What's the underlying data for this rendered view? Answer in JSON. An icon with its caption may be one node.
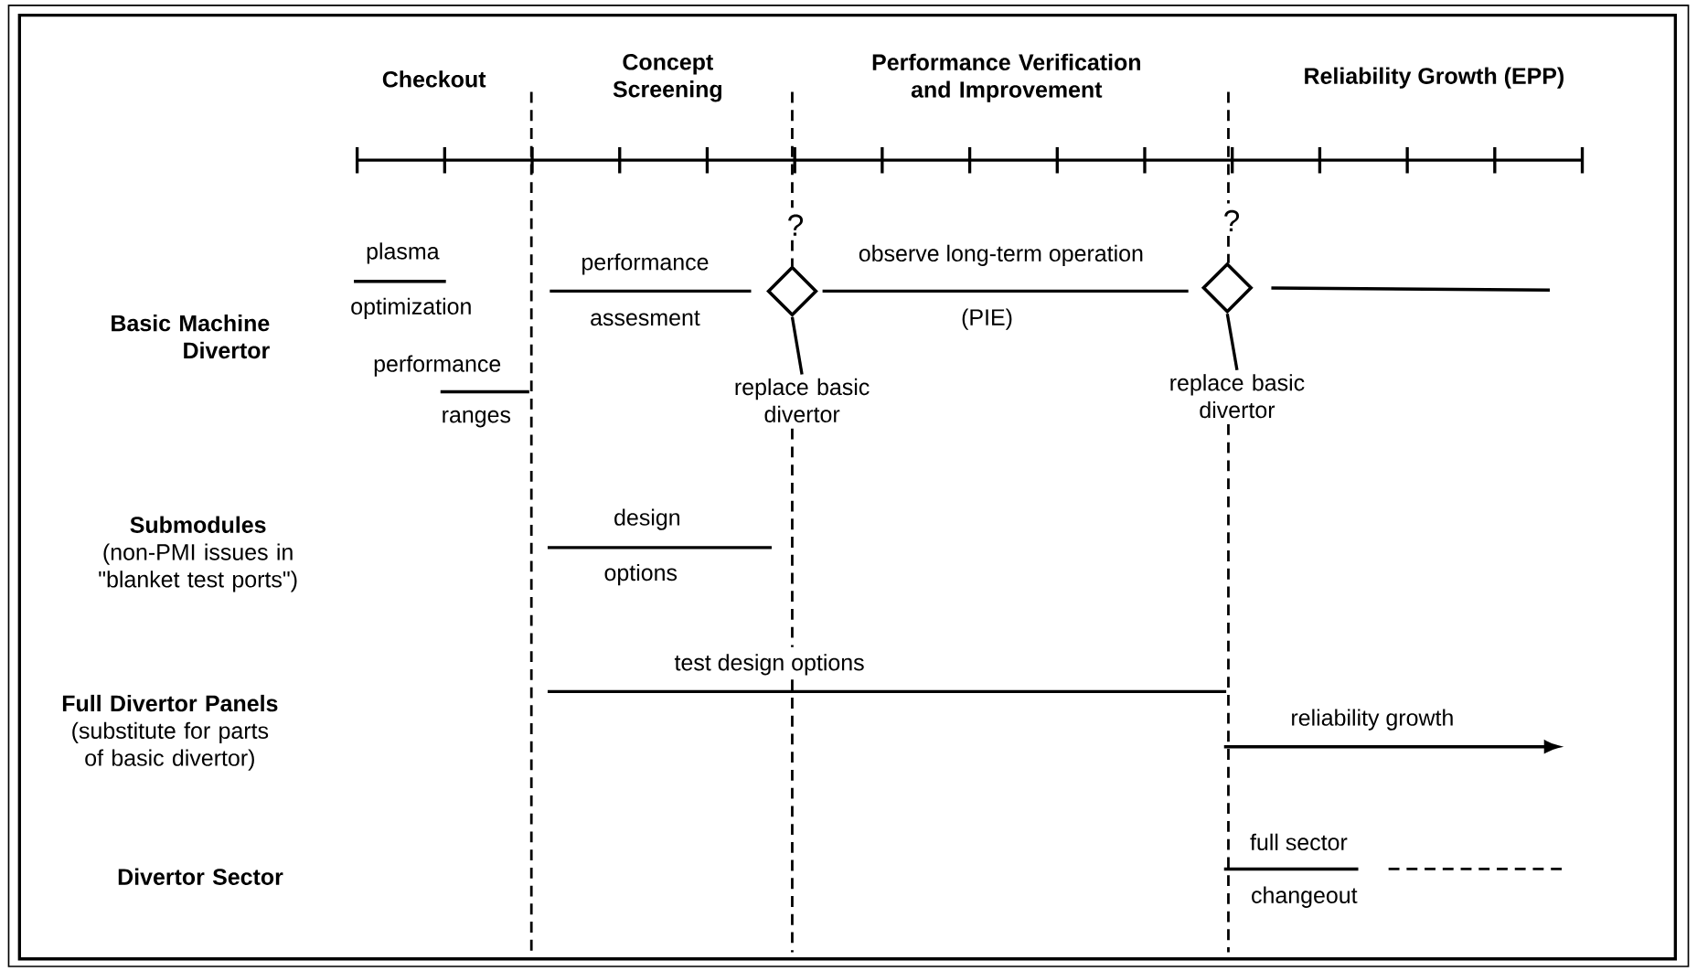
{
  "diagram": {
    "nodes": [
      {
        "text": [
          "Basic Machine Divertor"
        ]
      },
      {
        "text": [
          "plasma",
          "optimization"
        ]
      },
      {
        "text": [
          "performance",
          "ranges"
        ]
      },
      {
        "text": [
          "performance",
          "assesment"
        ]
      },
      {
        "text": [],
        "shape": "diamond"
      },
      {
        "text": [
          "observe long-term operation",
          "(PIE)"
        ]
      },
      {
        "text": [],
        "shape": "diamond"
      },
      {
        "text": [
          "replace basic divertor"
        ]
      },
      {
        "text": [
          "replace basic divertor"
        ]
      },
      {
        "text": [
          "Submodules",
          "(non-PMI issues in \"blanket test ports\")"
        ]
      },
      {
        "text": [
          "design",
          "options"
        ]
      },
      {
        "text": [
          "Full Divertor Panels",
          "(substitute for parts of basic divertor)"
        ]
      },
      {
        "text": [
          "test design options"
        ]
      },
      {
        "text": [
          "reliability growth"
        ]
      },
      {
        "text": [
          "Divertor Sector"
        ]
      },
      {
        "text": [
          "full sector",
          "changeout"
        ]
      }
    ],
    "edges": [
      {
        "from": 4,
        "to": 7,
        "arrow": "none"
      },
      {
        "from": 6,
        "to": 8,
        "arrow": "none"
      },
      {
        "from": 6,
        "to": null,
        "arrow": "none"
      }
    ],
    "labels": [
      "Checkout",
      "Concept Screening",
      "Performance Verification and Improvement",
      "Reliability Growth (EPP)",
      "?",
      "?"
    ]
  }
}
